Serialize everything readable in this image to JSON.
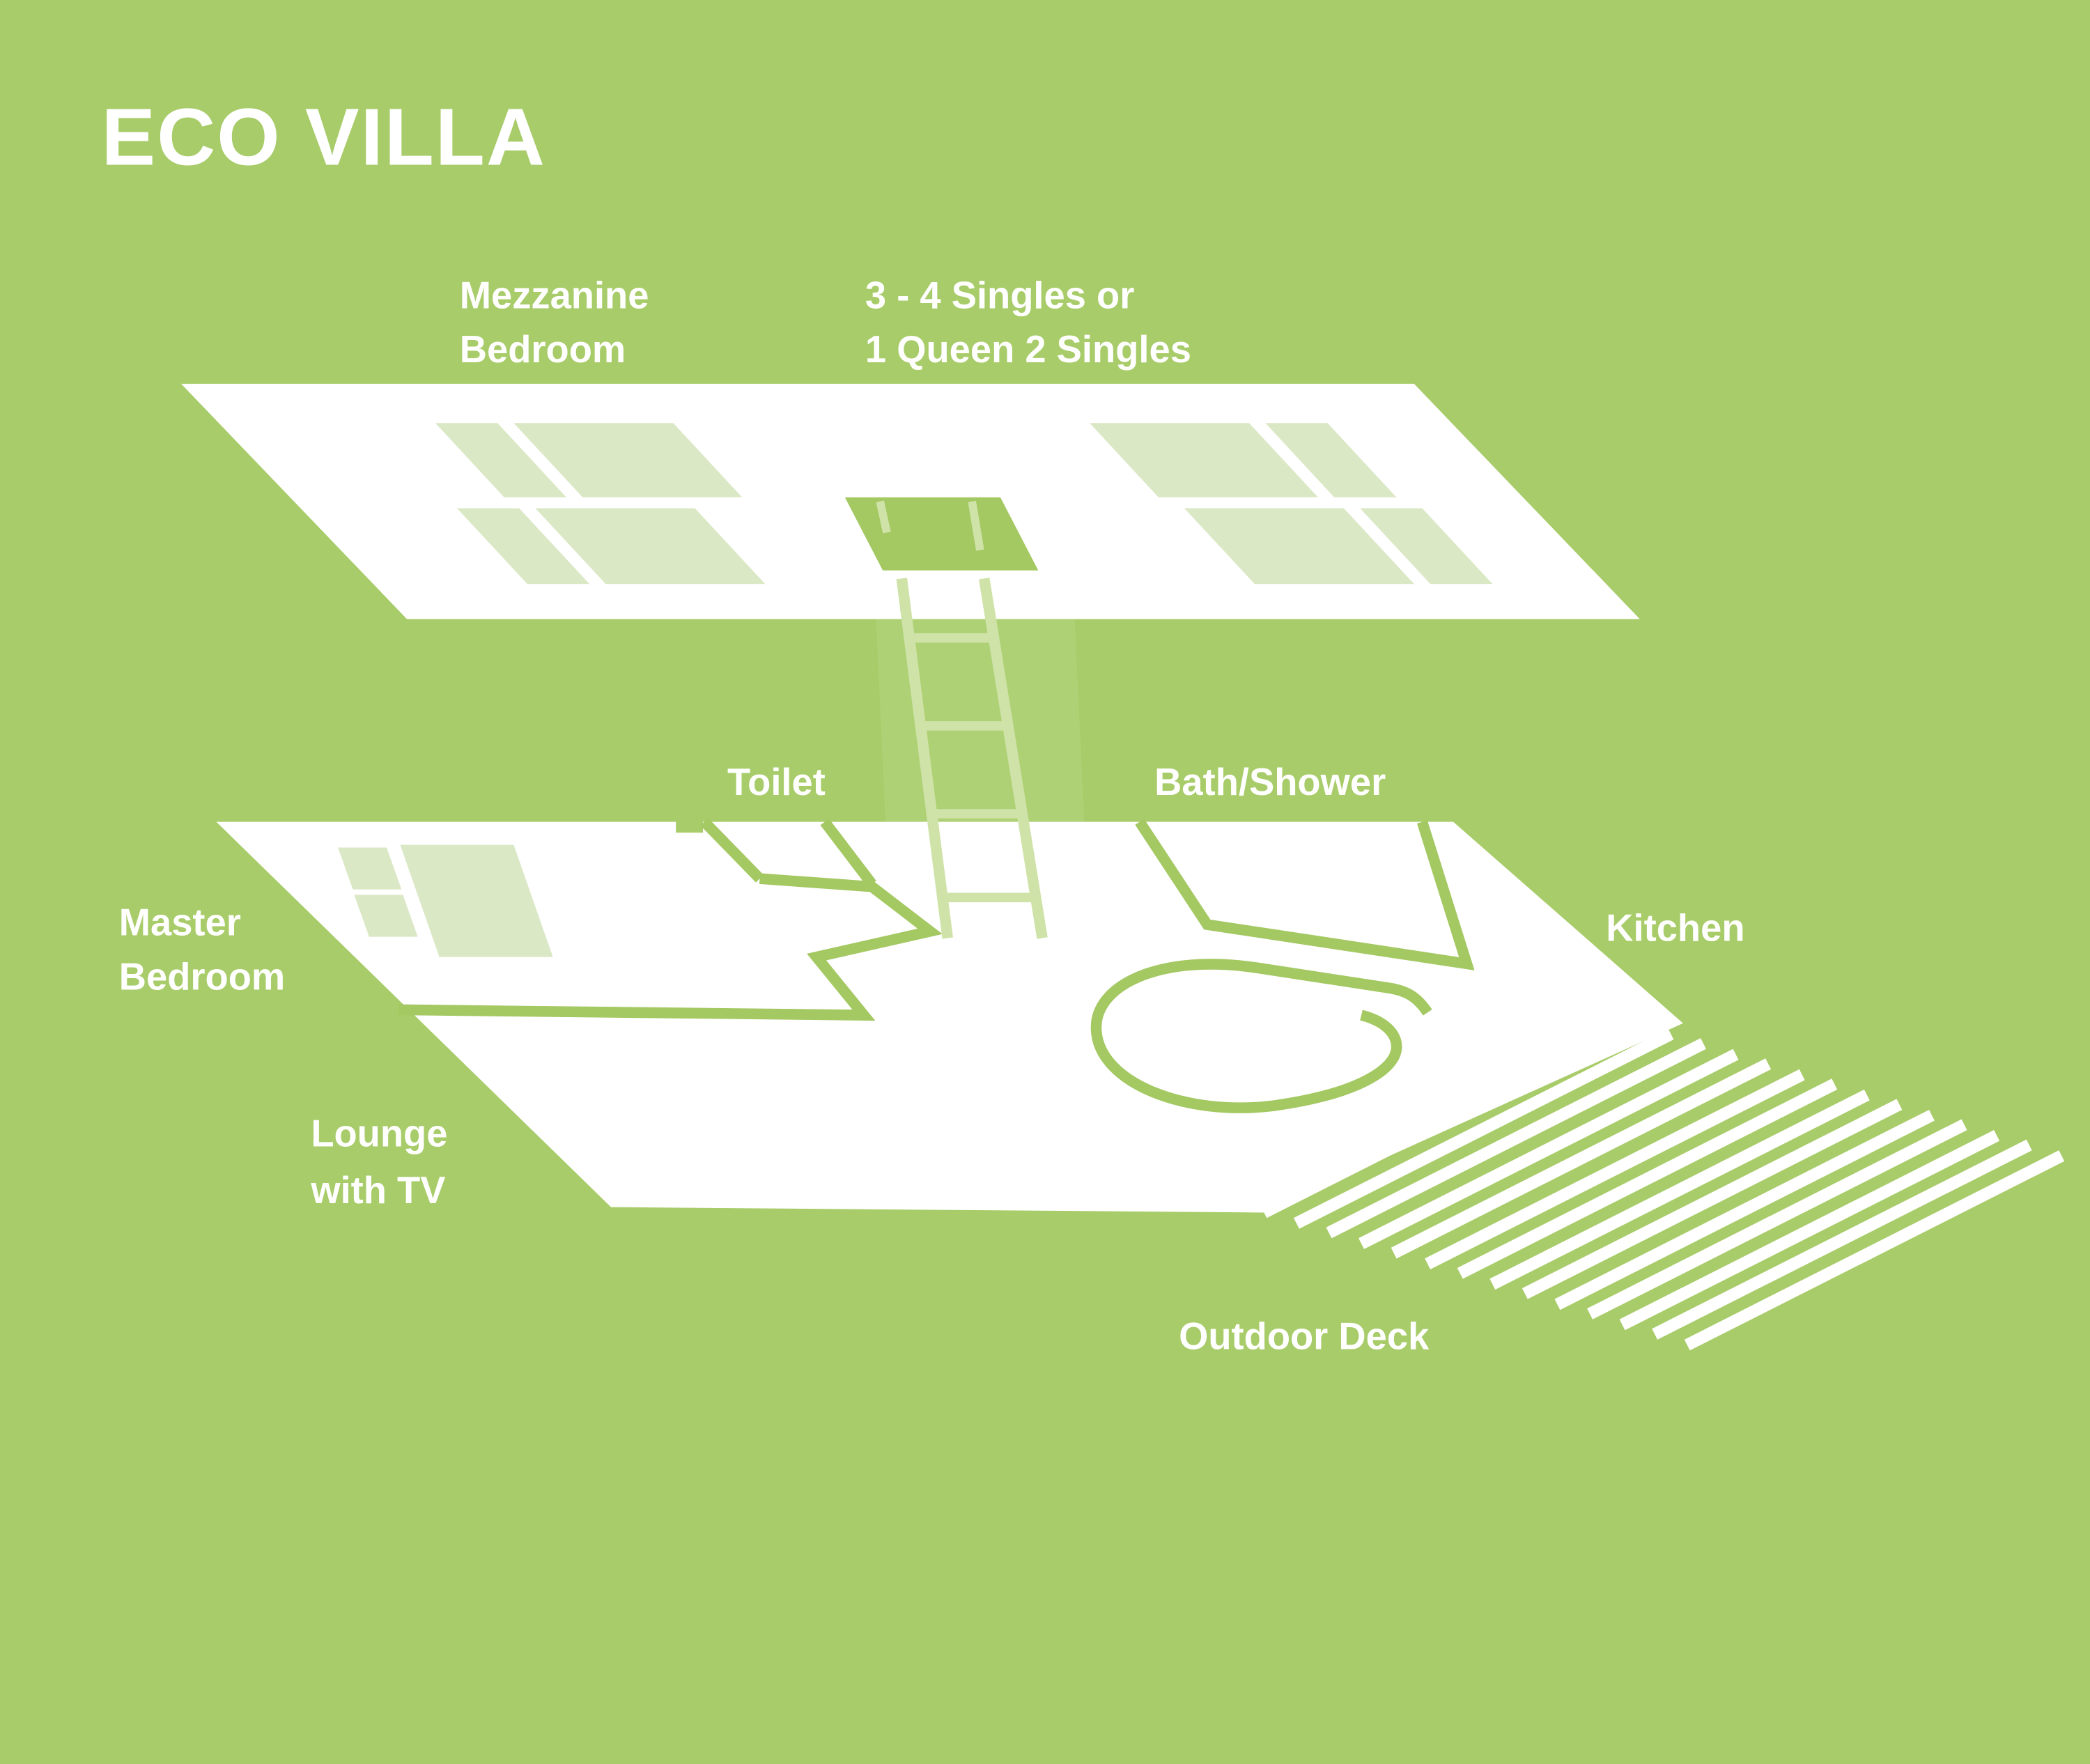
{
  "title": "ECO VILLA",
  "colors": {
    "background": "#a8cc69",
    "floor_white": "#ffffff",
    "furniture_light": "#dbe8c5",
    "line_green": "#a4c862",
    "ladder_pale": "#cfe3a8",
    "gap_band": "#b9d786"
  },
  "mezzanine": {
    "name_line1": "Mezzanine",
    "name_line2": "Bedroom",
    "capacity_line1": "3 - 4 Singles or",
    "capacity_line2": "1 Queen 2 Singles"
  },
  "ground": {
    "toilet": "Toilet",
    "bath_shower": "Bath/Shower",
    "master_line1": "Master",
    "master_line2": "Bedroom",
    "kitchen": "Kitchen",
    "lounge_line1": "Lounge",
    "lounge_line2": "with TV",
    "outdoor_deck": "Outdoor Deck"
  }
}
